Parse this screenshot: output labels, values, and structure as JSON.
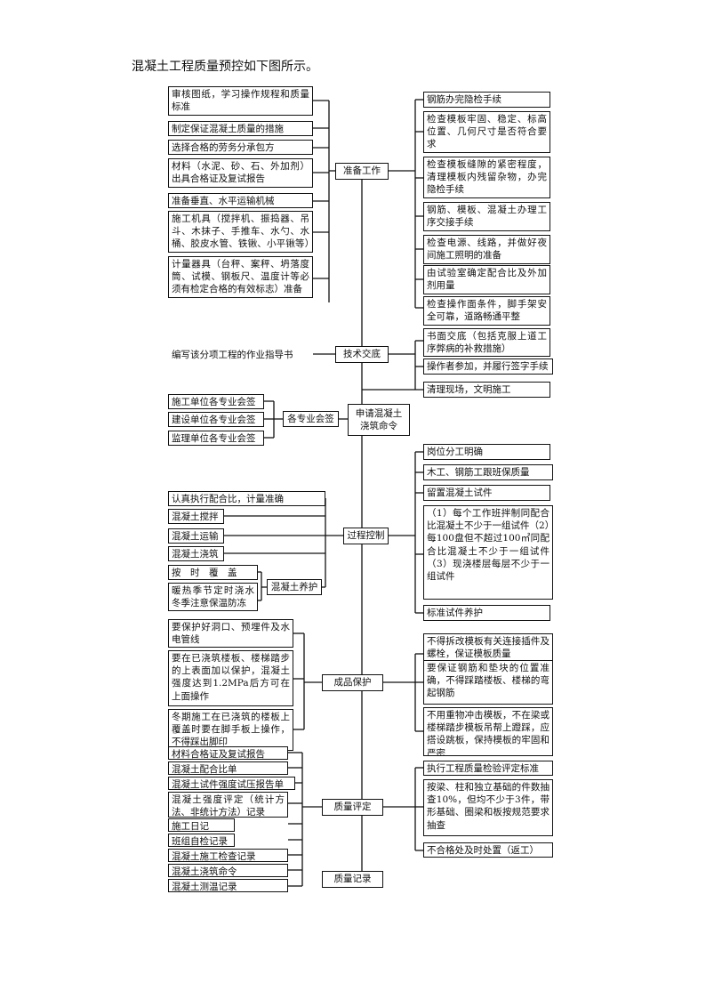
{
  "intro": "混凝土工程质量预控如下图所示。",
  "center": {
    "prep": "准备工作",
    "tech": "技术交底",
    "apply": "申请混凝土浇筑命令",
    "process": "过程控制",
    "protect": "成品保护",
    "quality": "质量评定",
    "record": "质量记录"
  },
  "prep_left": [
    "审核图纸，学习操作规程和质量标准",
    "制定保证混凝土质量的措施",
    "选择合格的劳务分承包方",
    "材料（水泥、砂、石、外加剂）出具合格证及复试报告",
    "准备垂直、水平运输机械",
    "施工机具（搅拌机、振捣器、吊斗、木抹子、手推车、水勺、水桶、胶皮水管、铁锹、小平锹等）准备",
    "计量器具（台秤、案秤、坍落度筒、试模、钢板尺、温度计等必须有检定合格的有效标志）准备"
  ],
  "prep_right": [
    "钢筋办完隐检手续",
    "检查模板牢固、稳定、标高位置、几何尺寸是否符合要求",
    "检查模板缝隙的紧密程度，清理模板内残留杂物，办完隐检手续",
    "钢筋、模板、混凝土办理工序交接手续",
    "检查电源、线路，并做好夜间施工照明的准备",
    "由试验室确定配合比及外加剂用量",
    "检查操作面条件，脚手架安全可靠，道路畅通平整"
  ],
  "tech_left": "编写该分项工程的作业指导书",
  "tech_right": [
    "书面交底（包括克服上道工序弊病的补救措施）",
    "操作者参加，并履行签字手续",
    "清理现场，文明施工"
  ],
  "sign": {
    "label": "各专业会签",
    "items": [
      "施工单位各专业会签",
      "建设单位各专业会签",
      "监理单位各专业会签"
    ]
  },
  "process_right": [
    "岗位分工明确",
    "木工、钢筋工跟班保质量",
    "留置混凝土试件",
    "（1）每个工作班拌制同配合比混凝土不少于一组试件（2）每100盘但不超过100㎡同配合比混凝土不少于一组试件（3）现浇楼层每层不少于一组试件",
    "标准试件养护"
  ],
  "process_left": [
    "认真执行配合比，计量准确",
    "混凝土搅拌",
    "混凝土运输",
    "混凝土浇筑"
  ],
  "cure": {
    "label": "混凝土养护",
    "items": [
      "按　时　覆　盖",
      "暖热季节定时浇水冬季注意保温防冻"
    ]
  },
  "protect_left": [
    "要保护好洞口、预埋件及水电管线",
    "要在已浇筑楼板、楼梯踏步的上表面加以保护，混凝土强度达到1.2MPa后方可在上面操作",
    "冬期施工在已浇筑的楼板上覆盖时要在脚手板上操作，不得踩出脚印"
  ],
  "protect_right": [
    "不得拆改模板有关连接插件及螺栓，保证模板质量",
    "要保证钢筋和垫块的位置准确，不得踩踏楼板、楼梯的弯起钢筋",
    "不用重物冲击模板，不在梁或楼梯踏步模板吊帮上蹬踩，应搭设跳板，保持模板的牢固和严密"
  ],
  "quality_left": [
    "材料合格证及复试报告",
    "混凝土配合比单",
    "混凝土试件强度试压报告单",
    "混凝土强度评定（统计方法、非统计方法）记录",
    "施工日记",
    "班组自检记录",
    "混凝土施工检查记录",
    "混凝土浇筑命令",
    "混凝土测温记录"
  ],
  "quality_right": [
    "执行工程质量检验评定标准",
    "按梁、柱和独立基础的件数抽查10%，但均不少于3件，带形基础、圈梁和板按规范要求抽查",
    "不合格处及时处置（返工）"
  ]
}
